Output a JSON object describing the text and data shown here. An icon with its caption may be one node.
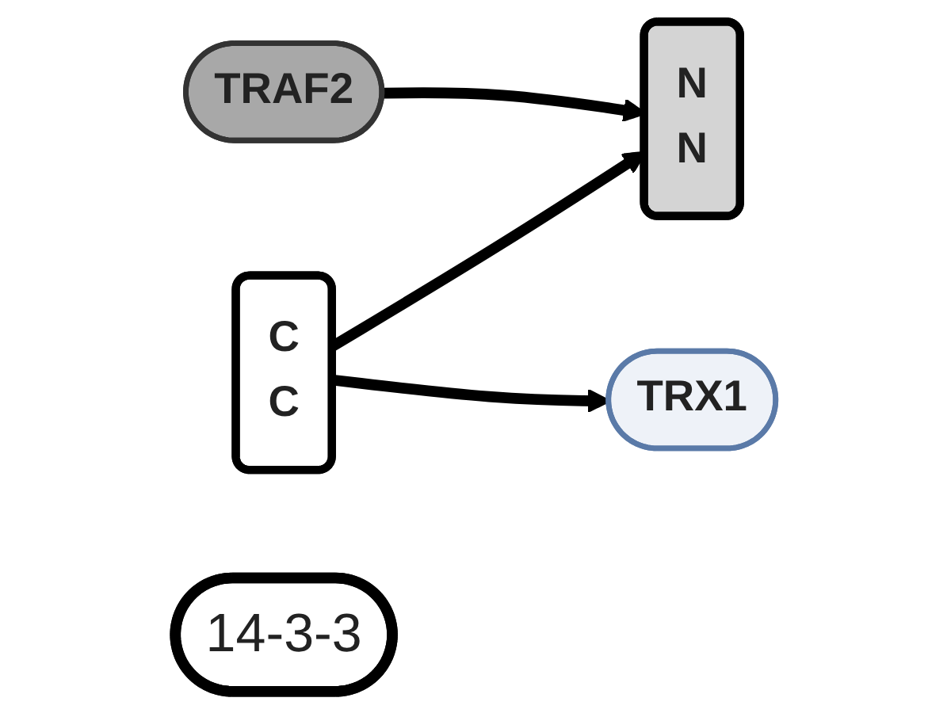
{
  "diagram": {
    "nodes": [
      {
        "text": [
          "TRX1"
        ]
      },
      {
        "text": [
          "14-3-3"
        ]
      },
      {
        "text": [
          "C",
          "C"
        ]
      },
      {
        "text": [
          "N",
          "N"
        ]
      },
      {
        "text": [
          "TRAF2"
        ]
      }
    ],
    "edges": [
      {
        "from": 2,
        "to": 3,
        "arrow": "to"
      },
      {
        "from": 2,
        "to": 0,
        "arrow": "to"
      },
      {
        "from": 4,
        "to": 3,
        "arrow": "to"
      }
    ]
  }
}
